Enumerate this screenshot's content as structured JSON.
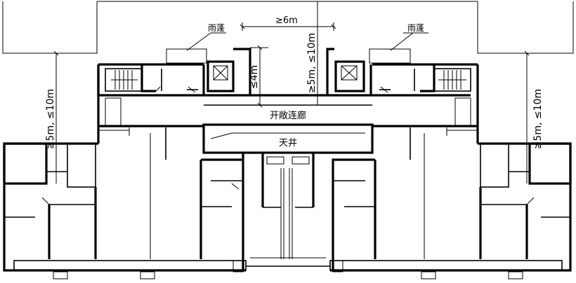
{
  "labels": {
    "canopy_left": "雨蓬",
    "canopy_right": "雨蓬",
    "dim_top": "≥6m",
    "dim_center_v": "≥5m, ≤10m",
    "dim_left_v": "≥5m, ≤10m",
    "dim_right_v": "≥5m, ≤10m",
    "dim_core": "≤4m",
    "corridor": "开敞连廊",
    "courtyard": "天井"
  },
  "colors": {
    "line": "#000000",
    "background": "#ffffff"
  }
}
